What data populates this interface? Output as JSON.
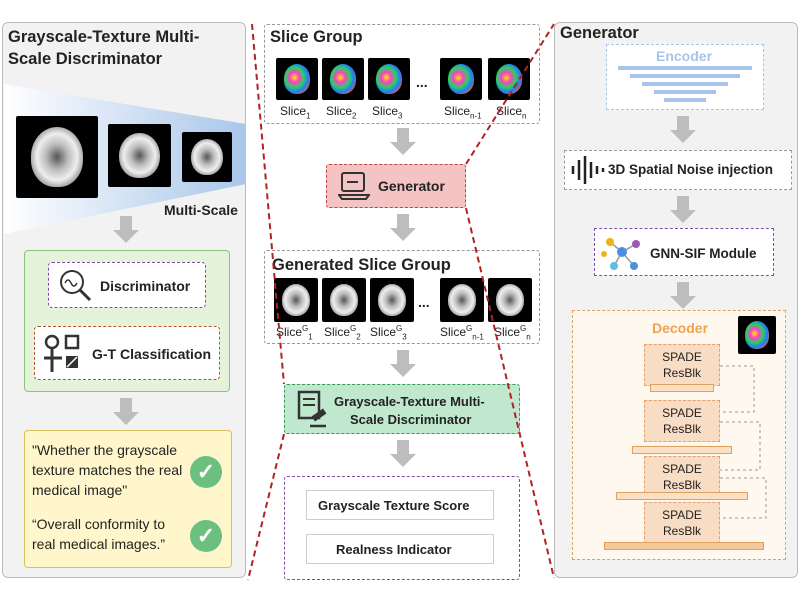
{
  "left": {
    "title": "Grayscale-Texture Multi-Scale Discriminator",
    "multiscale_label": "Multi-Scale",
    "discriminator_label": "Discriminator",
    "classification_label": "G-T Classification",
    "quote1": "\"Whether the grayscale texture matches the real medical image\"",
    "quote2": "“Overall conformity to real medical images.”"
  },
  "middle": {
    "slice_group_title": "Slice Group",
    "slices": [
      "Slice",
      "Slice",
      "Slice",
      "Slice",
      "Slice"
    ],
    "slice_subs": [
      "1",
      "2",
      "3",
      "n-1",
      "n"
    ],
    "ellipsis": "...",
    "generator_label": "Generator",
    "generated_title": "Generated Slice Group",
    "gen_slice_sups": [
      "G",
      "G",
      "G",
      "G",
      "G"
    ],
    "gen_slice_subs": [
      "1",
      "2",
      "3",
      "n-1",
      "n"
    ],
    "disc_label_1": "Grayscale-Texture Multi-",
    "disc_label_2": "Scale Discriminator",
    "score_label": "Grayscale Texture Score",
    "realness_label": "Realness Indicator"
  },
  "right": {
    "title": "Generator",
    "encoder_label": "Encoder",
    "noise_label": "3D Spatial Noise injection",
    "gnn_label": "GNN-SIF Module",
    "decoder_label": "Decoder",
    "spade_line1": "SPADE",
    "spade_line2": "ResBlk"
  },
  "colors": {
    "generator_fill": "#f4c4c4",
    "discriminator_fill": "#bfe8cf",
    "quote_fill": "#fff6cc",
    "decoder_fill": "#fff8ee",
    "encoder_blue": "#a8c4ea",
    "connector_red": "#b22222"
  }
}
